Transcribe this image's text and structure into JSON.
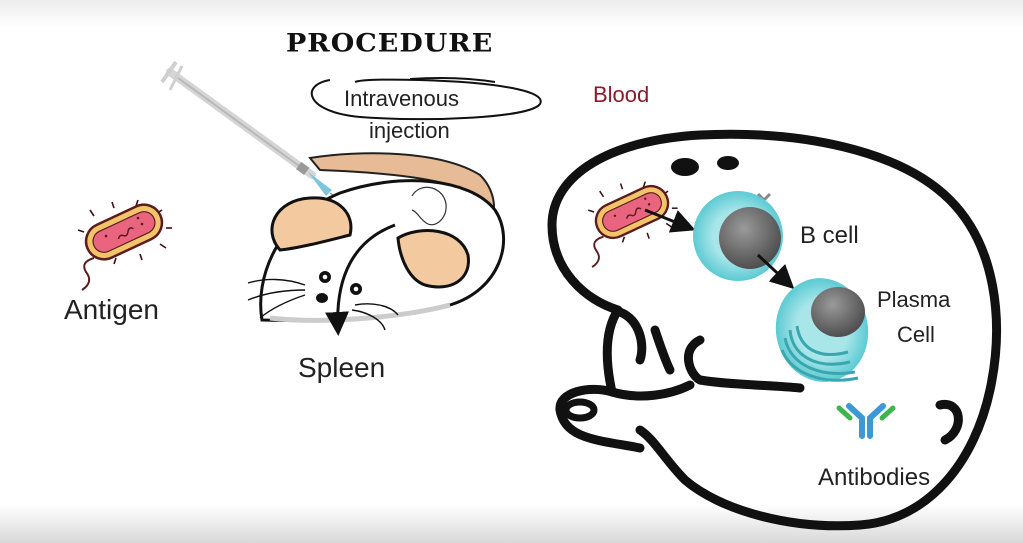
{
  "title": "PROCEDURE",
  "labels": {
    "antigen": "Antigen",
    "injection_line1": "Intravenous",
    "injection_line2": "injection",
    "spleen": "Spleen",
    "blood": "Blood",
    "b_cell": "B cell",
    "plasma_line1": "Plasma",
    "plasma_line2": "Cell",
    "antibodies": "Antibodies"
  },
  "icons": [
    "bacterium-icon",
    "syringe-icon",
    "mouse-icon",
    "spleen-outline-icon",
    "b-cell-icon",
    "plasma-cell-icon",
    "antibody-icon",
    "arrow-icon"
  ],
  "colors": {
    "blood_label": "#8b1a2b",
    "bacterium_body": "#e8647f",
    "bacterium_rim": "#f2c46a",
    "cell_membrane": "#7fd6dc",
    "nucleus": "#6e6e6e",
    "ear": "#f3c9a0",
    "antibody_heavy": "#3b9ad6",
    "antibody_light": "#3cb54a"
  }
}
